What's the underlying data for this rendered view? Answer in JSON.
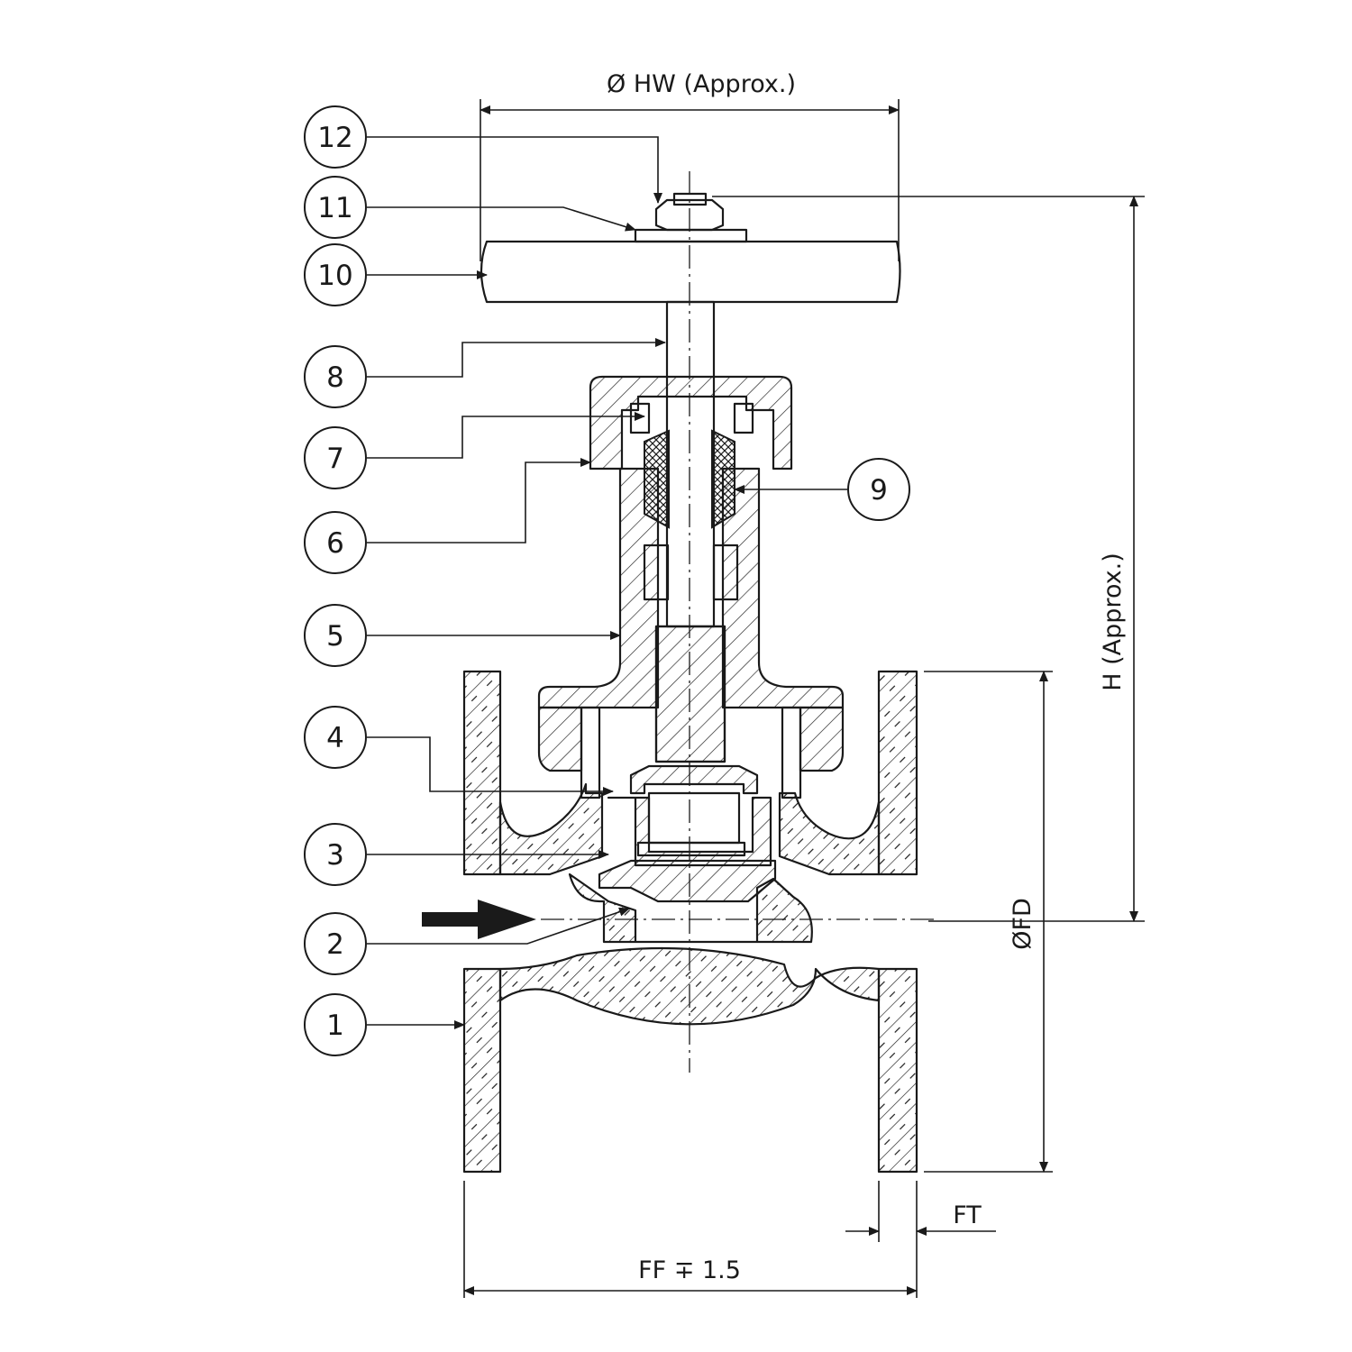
{
  "callouts": [
    "1",
    "2",
    "3",
    "4",
    "5",
    "6",
    "7",
    "8",
    "9",
    "10",
    "11",
    "12"
  ],
  "dimensions": {
    "handwheel": "Ø HW (Approx.)",
    "height": "H (Approx.)",
    "flange_diameter": "ØFD",
    "flange_thickness": "FT",
    "face_to_face": "FF ∓ 1.5"
  },
  "colors": {
    "ink": "#1a1a1a",
    "background": "#ffffff"
  }
}
